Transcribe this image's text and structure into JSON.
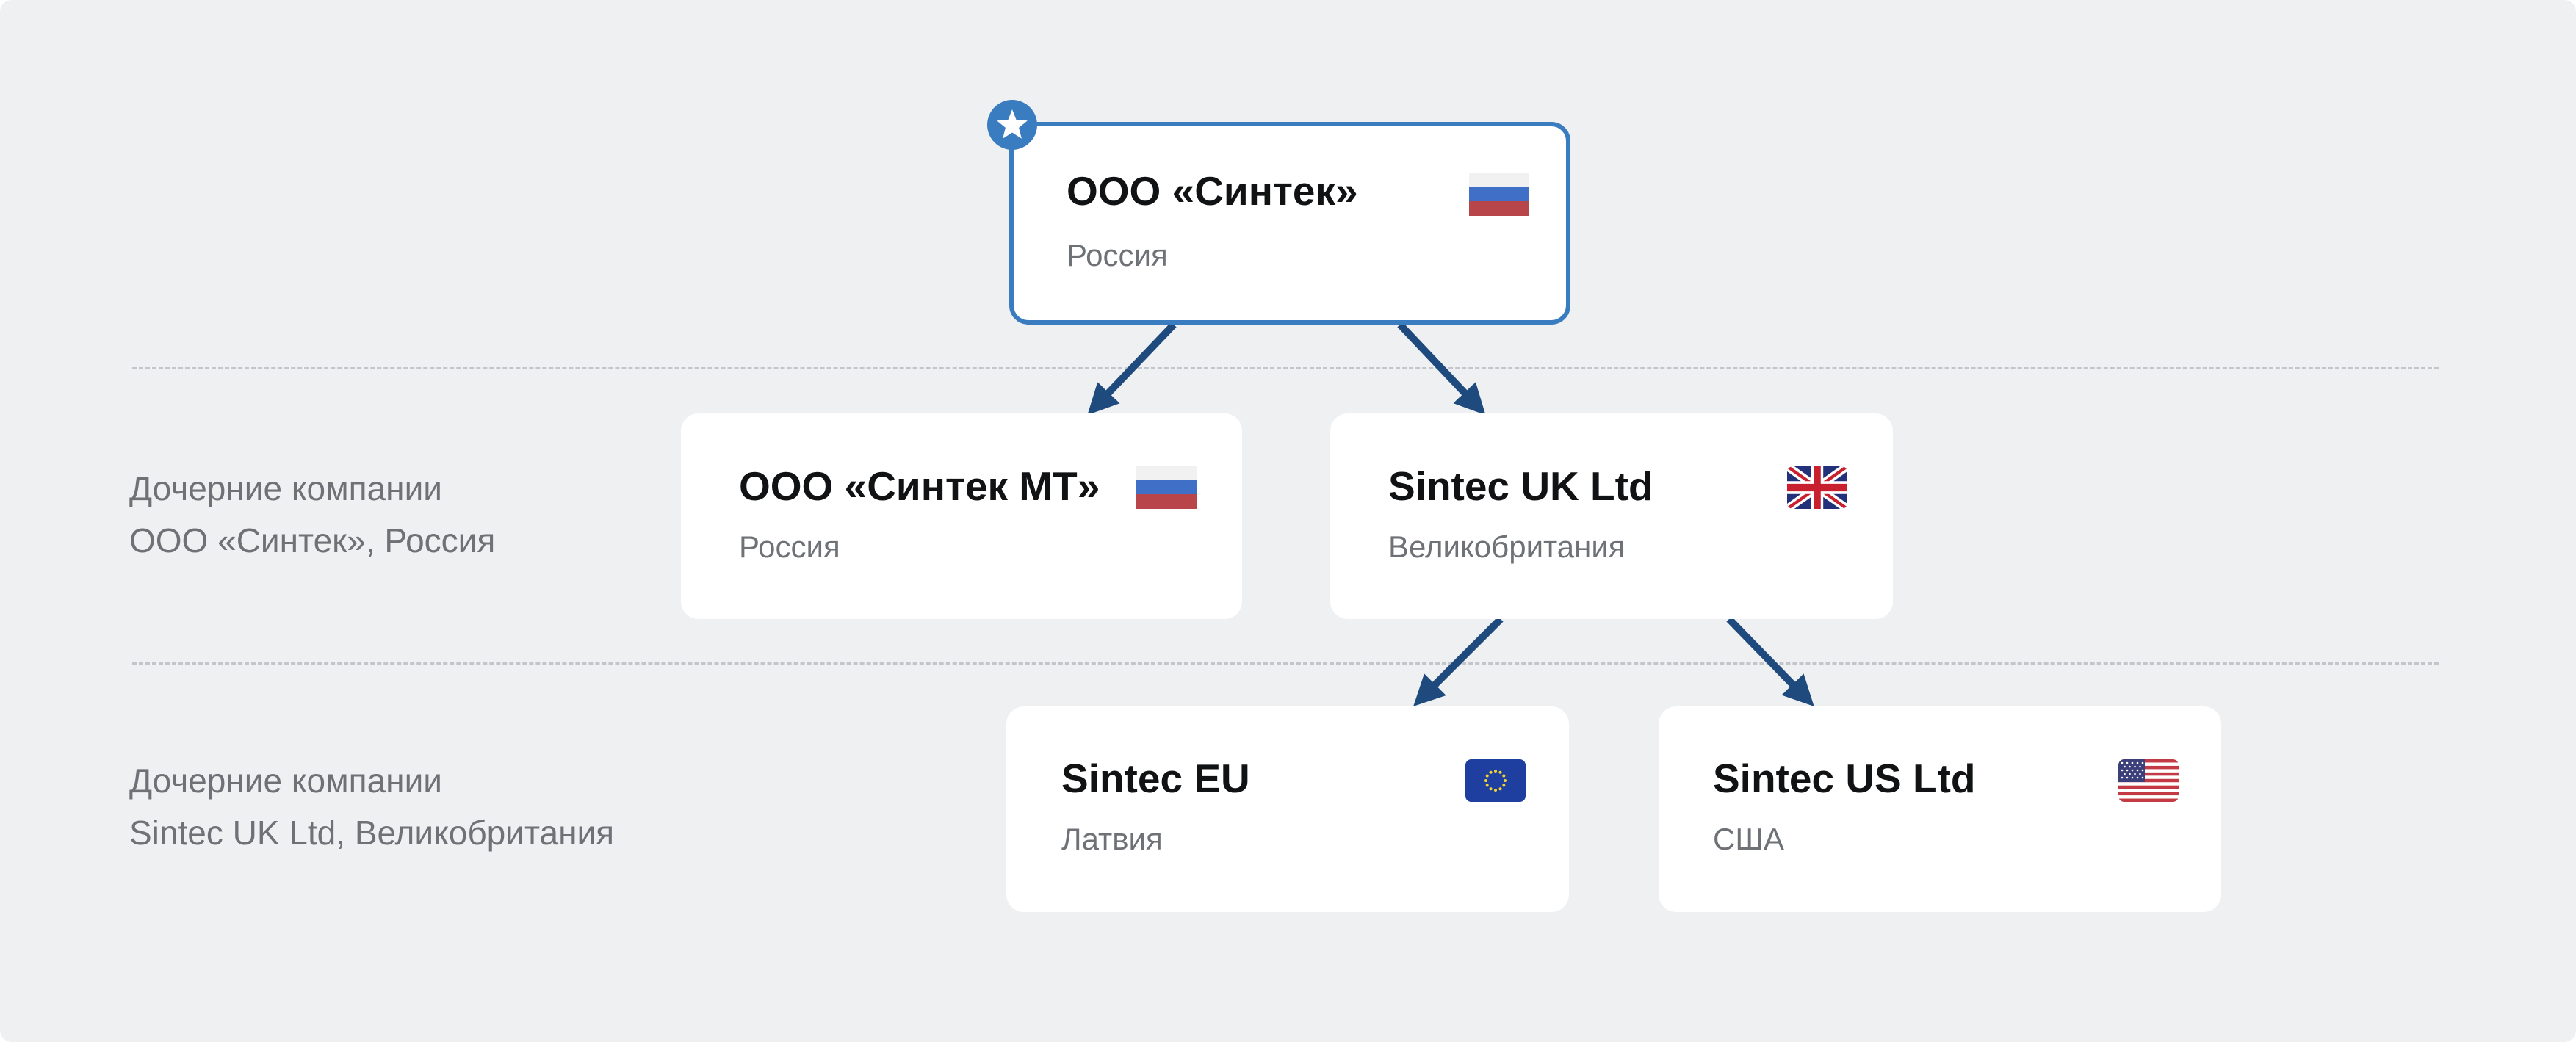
{
  "colors": {
    "background": "#eff0f2",
    "card": "#ffffff",
    "root_border": "#3a7cc0",
    "arrow": "#1e4a7e",
    "divider": "#c2c5ca",
    "label_text": "#6e7176"
  },
  "rows": [
    {
      "line1": "Дочерние компании",
      "line2": "ООО «Синтек», Россия"
    },
    {
      "line1": "Дочерние компании",
      "line2": "Sintec UK Ltd, Великобритания"
    }
  ],
  "nodes": {
    "root": {
      "name": "ООО «Синтек»",
      "country": "Россия",
      "flag": "russia-flag-icon",
      "badge": "star-icon"
    },
    "sintek_mt": {
      "name": "ООО «Синтек МТ»",
      "country": "Россия",
      "flag": "russia-flag-icon"
    },
    "sintec_uk": {
      "name": "Sintec UK Ltd",
      "country": "Великобритания",
      "flag": "uk-flag-icon"
    },
    "sintec_eu": {
      "name": "Sintec EU",
      "country": "Латвия",
      "flag": "eu-flag-icon"
    },
    "sintec_us": {
      "name": "Sintec US Ltd",
      "country": "США",
      "flag": "usa-flag-icon"
    }
  },
  "edges": [
    {
      "from": "root",
      "to": "sintek_mt"
    },
    {
      "from": "root",
      "to": "sintec_uk"
    },
    {
      "from": "sintec_uk",
      "to": "sintec_eu"
    },
    {
      "from": "sintec_uk",
      "to": "sintec_us"
    }
  ]
}
